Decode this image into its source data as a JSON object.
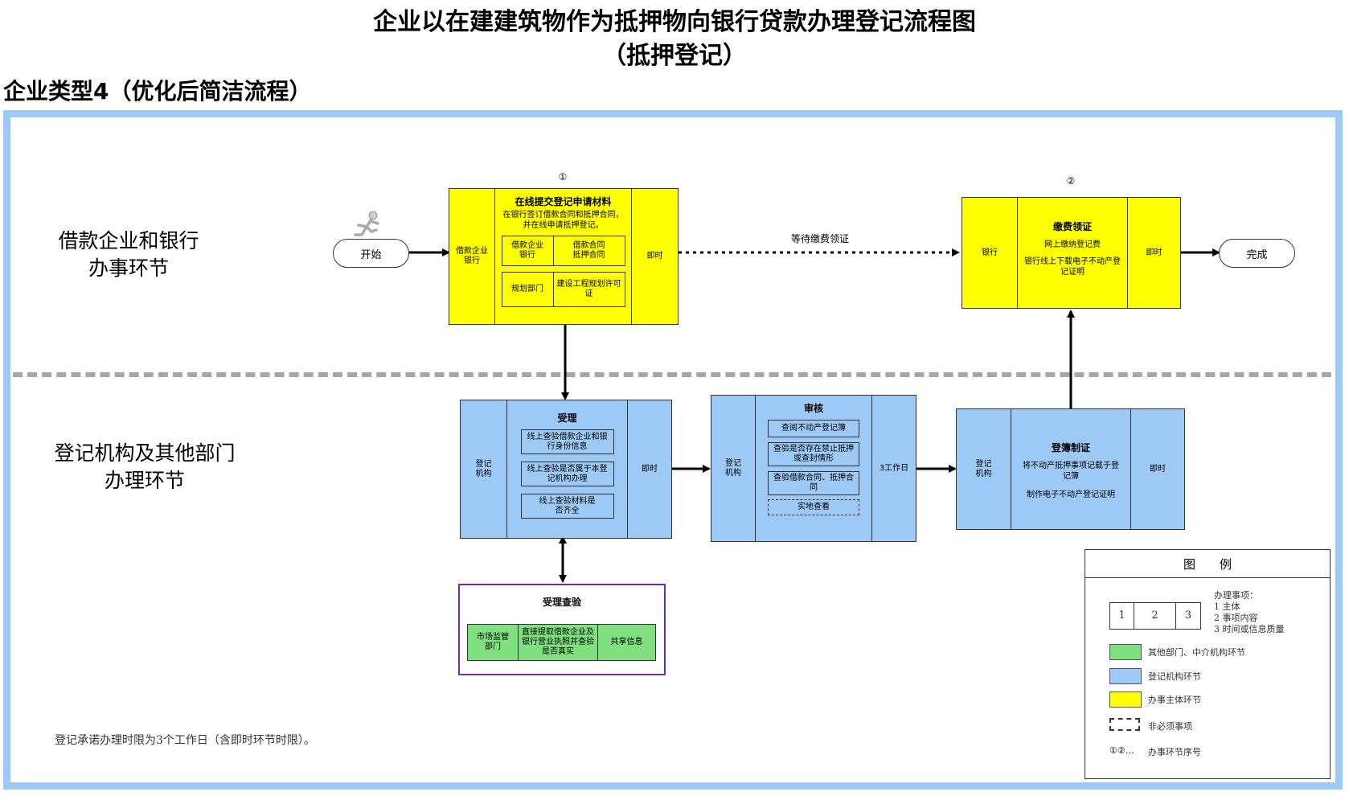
{
  "title_line1": "企业以在建建筑物作为抵押物向银行贷款办理登记流程图",
  "title_line2": "（抵押登记）",
  "subtitle": "企业类型4（优化后简洁流程）",
  "lanes": {
    "top": [
      "借款企业和银行",
      "办事环节"
    ],
    "bottom": [
      "登记机构及其他部门",
      "办理环节"
    ]
  },
  "start": "开始",
  "end": "完成",
  "step1": {
    "num": "①",
    "subject": "借款企业\n银行",
    "title": "在线提交登记申请材料",
    "desc": "在银行签订借款合同和抵押合同，并在线申请抵押登记。",
    "rows": [
      [
        "借款企业\n银行",
        "借款合同\n抵押合同"
      ],
      [
        "规划部门",
        "建设工程规划许可证"
      ]
    ],
    "time": "即时"
  },
  "wait_label": "等待缴费领证",
  "step2": {
    "num": "②",
    "subject": "银行",
    "title": "缴费领证",
    "lines": [
      "网上缴纳登记费",
      "银行线上下载电子不动产登记证明"
    ],
    "time": "即时"
  },
  "accept": {
    "subject": "登记\n机构",
    "title": "受理",
    "items": [
      "线上查验借款企业和银行身份信息",
      "线上查验是否属于本登记机构办理",
      "线上查验材料是否齐全"
    ],
    "time": "即时"
  },
  "review": {
    "subject": "登记\n机构",
    "title": "审核",
    "items": [
      "查阅不动产登记簿",
      "查验是否存在禁止抵押或查封情形",
      "查验借款合同、抵押合同",
      "实地查看"
    ],
    "time": "3工作日"
  },
  "record": {
    "subject": "登记\n机构",
    "title": "登簿制证",
    "lines": [
      "将不动产抵押事项记载于登记簿",
      "制作电子不动产登记证明"
    ],
    "time": "即时"
  },
  "verify": {
    "title": "受理查验",
    "cells": [
      "市场监管\n部门",
      "直接提取借款企业及银行营业执照并查验是否真实",
      "共享信息"
    ]
  },
  "footnote": "登记承诺办理时限为3个工作日（含即时环节时限）。",
  "legend": {
    "title": "图　　例",
    "cells": [
      "1",
      "2",
      "3"
    ],
    "desc_title": "办理事项：",
    "desc_lines": [
      "1 主体",
      "2 事项内容",
      "3 时间或信息质量"
    ],
    "green": "其他部门、中介机构环节",
    "blue": "登记机构环节",
    "yellow": "办事主体环节",
    "dashed": "非必须事项",
    "seq_symbol": "①②…",
    "seq": "办事环节序号"
  },
  "colors": {
    "yellow": "#ffff00",
    "blue": "#9cc9f5",
    "green": "#7fe07f",
    "purple": "#7030a0",
    "frame": "#9cc9f5"
  }
}
